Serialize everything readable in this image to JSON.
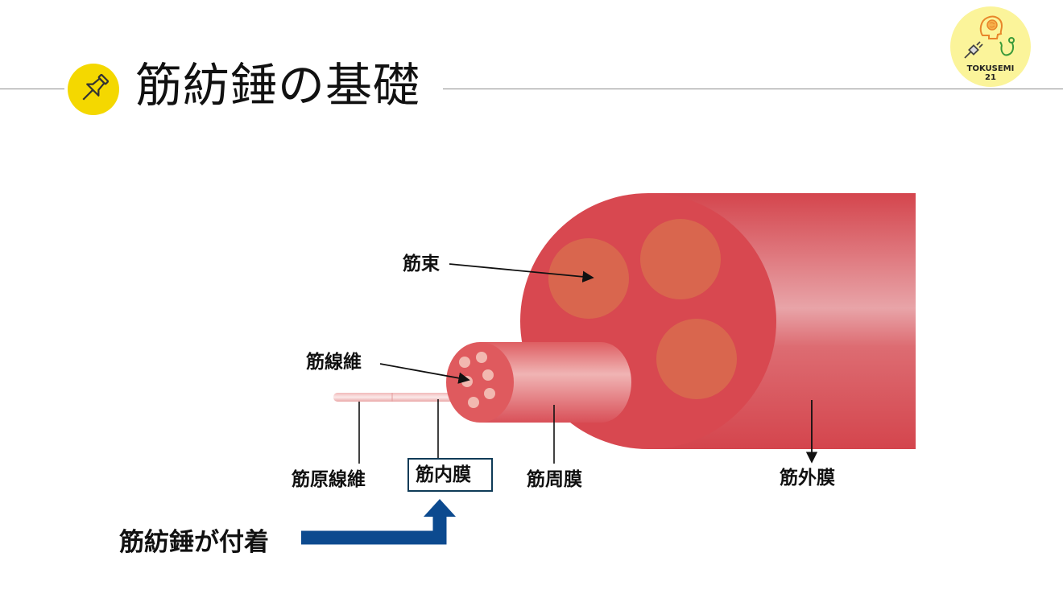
{
  "title": "筋紡錘の基礎",
  "logo": {
    "line1": "TOKUSEMI",
    "line2": "21"
  },
  "icons": {
    "pin": "pushpin-icon",
    "logo_illustration": "brain-plug-stethoscope-icon"
  },
  "colors": {
    "pin_bg": "#f4d800",
    "logo_bg": "#fbf49a",
    "muscle": "#d84850",
    "fascicle": "#d9664e",
    "fiber": "#df6a6a",
    "fibril": "#f0c4c4",
    "arrow_blue": "#0c4a8f",
    "box_border": "#0f3b57"
  },
  "labels": {
    "fascicle": "筋束",
    "muscle_fiber": "筋線維",
    "myofibril": "筋原線維",
    "endomysium": "筋内膜",
    "perimysium": "筋周膜",
    "epimysium": "筋外膜",
    "spindle_attach": "筋紡錘が付着"
  }
}
